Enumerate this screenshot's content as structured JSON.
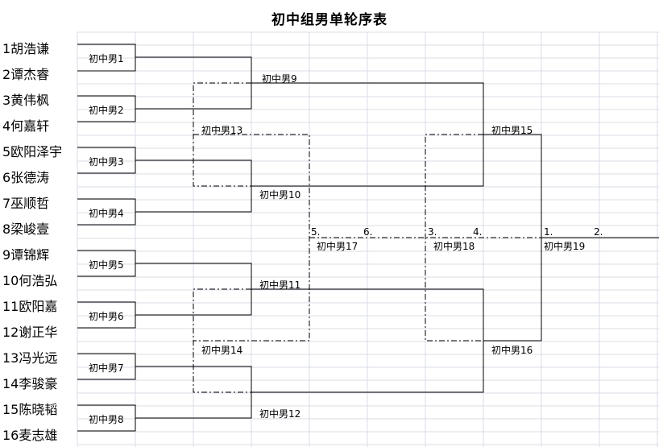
{
  "title": "初中组男单轮序表",
  "players": [
    "1胡浩谦",
    "2谭杰睿",
    "3黄伟枫",
    "4何嘉轩",
    "5欧阳泽宇",
    "6张德涛",
    "7巫顺哲",
    "8梁峻壹",
    "9谭锦辉",
    "10何浩弘",
    "11欧阳嘉",
    "12谢正华",
    "13冯光远",
    "14李骏豪",
    "15陈晓韬",
    "16麦志雄"
  ],
  "round1": [
    "初中男1",
    "初中男2",
    "初中男3",
    "初中男4",
    "初中男5",
    "初中男6",
    "初中男7",
    "初中男8"
  ],
  "round2": [
    "初中男9",
    "初中男10",
    "初中男11",
    "初中男12"
  ],
  "consolation": [
    "初中男13",
    "初中男14"
  ],
  "semifinal": [
    "初中男15",
    "初中男16"
  ],
  "placement": [
    "初中男17",
    "初中男18",
    "初中男19"
  ],
  "place_numbers": [
    "5.",
    "6.",
    "3.",
    "4.",
    "1.",
    "2."
  ]
}
